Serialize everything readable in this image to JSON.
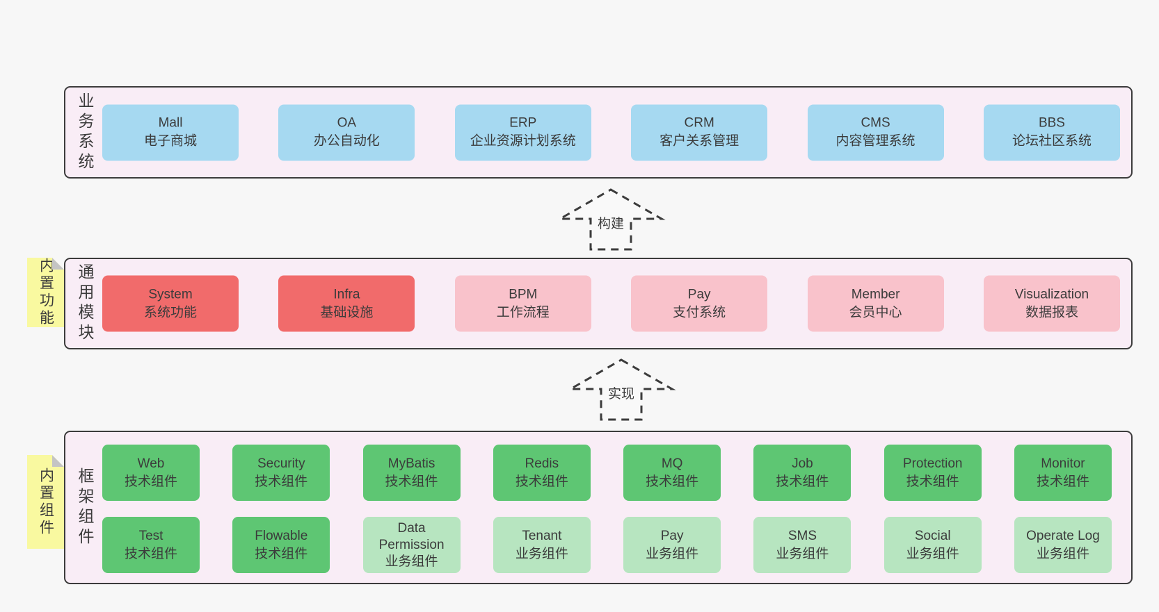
{
  "palette": {
    "background": "#f7f7f7",
    "layer_background": "#f9edf6",
    "layer_border": "#3c3c3c",
    "blue_box": "#a6d9f1",
    "red_box": "#f16b6b",
    "pink_box": "#f9c2cb",
    "dark_green_box": "#5ec673",
    "light_green_box": "#b7e5c0",
    "sticky_note": "#f9f9a0"
  },
  "arrows": [
    {
      "label": "构建"
    },
    {
      "label": "实现"
    }
  ],
  "layers": [
    {
      "label": "业务系统",
      "boxes": [
        {
          "title": "Mall",
          "subtitle": "电子商城",
          "variant": "blue"
        },
        {
          "title": "OA",
          "subtitle": "办公自动化",
          "variant": "blue"
        },
        {
          "title": "ERP",
          "subtitle": "企业资源计划系统",
          "variant": "blue"
        },
        {
          "title": "CRM",
          "subtitle": "客户关系管理",
          "variant": "blue"
        },
        {
          "title": "CMS",
          "subtitle": "内容管理系统",
          "variant": "blue"
        },
        {
          "title": "BBS",
          "subtitle": "论坛社区系统",
          "variant": "blue"
        }
      ]
    },
    {
      "label": "通用模块",
      "note": "内置功能",
      "boxes": [
        {
          "title": "System",
          "subtitle": "系统功能",
          "variant": "red"
        },
        {
          "title": "Infra",
          "subtitle": "基础设施",
          "variant": "red"
        },
        {
          "title": "BPM",
          "subtitle": "工作流程",
          "variant": "pink"
        },
        {
          "title": "Pay",
          "subtitle": "支付系统",
          "variant": "pink"
        },
        {
          "title": "Member",
          "subtitle": "会员中心",
          "variant": "pink"
        },
        {
          "title": "Visualization",
          "subtitle": "数据报表",
          "variant": "pink"
        }
      ]
    },
    {
      "label": "框架组件",
      "note": "内置组件",
      "rows": [
        [
          {
            "title": "Web",
            "subtitle": "技术组件",
            "variant": "green-dark"
          },
          {
            "title": "Security",
            "subtitle": "技术组件",
            "variant": "green-dark"
          },
          {
            "title": "MyBatis",
            "subtitle": "技术组件",
            "variant": "green-dark"
          },
          {
            "title": "Redis",
            "subtitle": "技术组件",
            "variant": "green-dark"
          },
          {
            "title": "MQ",
            "subtitle": "技术组件",
            "variant": "green-dark"
          },
          {
            "title": "Job",
            "subtitle": "技术组件",
            "variant": "green-dark"
          },
          {
            "title": "Protection",
            "subtitle": "技术组件",
            "variant": "green-dark"
          },
          {
            "title": "Monitor",
            "subtitle": "技术组件",
            "variant": "green-dark"
          }
        ],
        [
          {
            "title": "Test",
            "subtitle": "技术组件",
            "variant": "green-dark"
          },
          {
            "title": "Flowable",
            "subtitle": "技术组件",
            "variant": "green-dark"
          },
          {
            "title": "Data Permission",
            "subtitle": "业务组件",
            "variant": "green-light"
          },
          {
            "title": "Tenant",
            "subtitle": "业务组件",
            "variant": "green-light"
          },
          {
            "title": "Pay",
            "subtitle": "业务组件",
            "variant": "green-light"
          },
          {
            "title": "SMS",
            "subtitle": "业务组件",
            "variant": "green-light"
          },
          {
            "title": "Social",
            "subtitle": "业务组件",
            "variant": "green-light"
          },
          {
            "title": "Operate Log",
            "subtitle": "业务组件",
            "variant": "green-light"
          }
        ]
      ]
    }
  ]
}
